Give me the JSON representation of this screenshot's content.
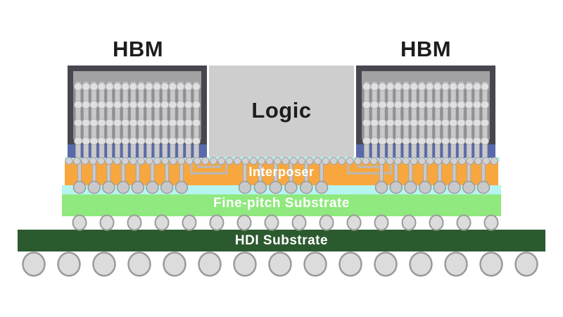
{
  "labels": {
    "hbm_left": "HBM",
    "hbm_right": "HBM",
    "logic": "Logic",
    "interposer": "Interposer",
    "fine_pitch": "Fine-pitch Substrate",
    "hdi": "HDI Substrate"
  },
  "colors": {
    "background": "#ffffff",
    "hbm_frame": "#47474f",
    "hbm_die_bg": "#909092",
    "hbm_die_slab": "#a2a2a5",
    "pillar": "#c9c9cb",
    "pillar_outline": "#a6a6a8",
    "bump": "#e0e0e2",
    "bump_outline": "#b2b2b4",
    "microbump": "#d2d2d4",
    "microbump_outline": "#a2a2a4",
    "base_die_blue": "#5969a9",
    "interposer_orange": "#f7a73e",
    "underfill_cyan": "#b6f4f0",
    "fine_pitch_green": "#8fe97e",
    "hdi_dark_green": "#2c5a2f",
    "logic_gray": "#cecece",
    "ball_fill": "#dcdcdc",
    "ball_stroke": "#9a9a9a",
    "trace_gray": "#b9b9bb",
    "label_dark": "#1d1d1d",
    "label_light": "#ffffff"
  },
  "structure": {
    "hbm_stacks": 2,
    "hbm_columns_per_stack": 16,
    "hbm_die_bump_rows": 4,
    "tsvs_under_each_hbm": 8,
    "tsvs_under_logic": 6,
    "interposer_routing_loops_per_side": 2,
    "top_microbumps": 54,
    "mid_solder_balls": 16,
    "bottom_solder_balls": 15
  }
}
